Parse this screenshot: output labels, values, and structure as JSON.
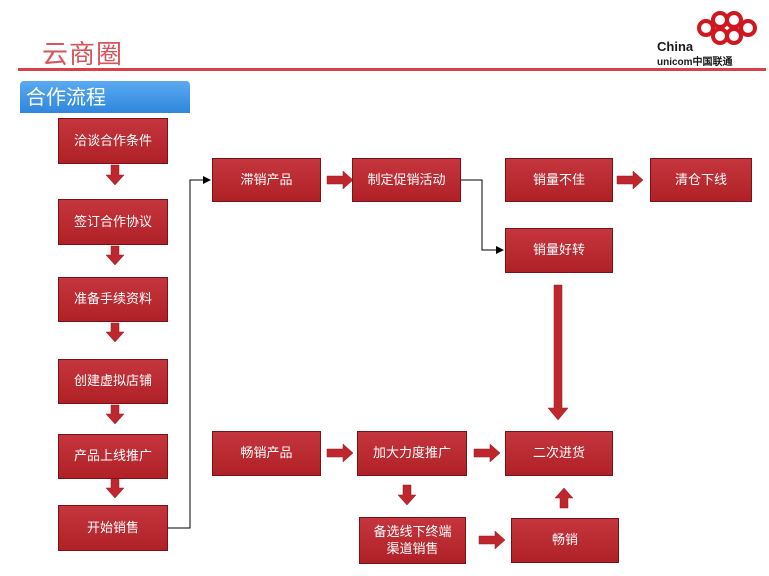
{
  "header": {
    "brand": "云商圈",
    "logo_line1": "China",
    "logo_line2": "unicom中国联通"
  },
  "title": "合作流程",
  "steps": {
    "negotiate": "洽谈合作条件",
    "sign": "签订合作协议",
    "prepare": "准备手续资料",
    "create_store": "创建虚拟店铺",
    "launch": "产品上线推广",
    "start_sales": "开始销售",
    "slow_product": "滞销产品",
    "promotion": "制定促销活动",
    "poor_sales": "销量不佳",
    "clearance": "清仓下线",
    "sales_improve": "销量好转",
    "hot_product": "畅销产品",
    "increase_promo": "加大力度推广",
    "restock": "二次进货",
    "offline_channel": "备选线下终端\n渠道销售",
    "selling_well": "畅销"
  },
  "colors": {
    "box": "#b8262d",
    "arrow": "#c0262e",
    "title_tab": "#3d92e2",
    "header_line": "#d8404a",
    "connector": "#000000"
  }
}
